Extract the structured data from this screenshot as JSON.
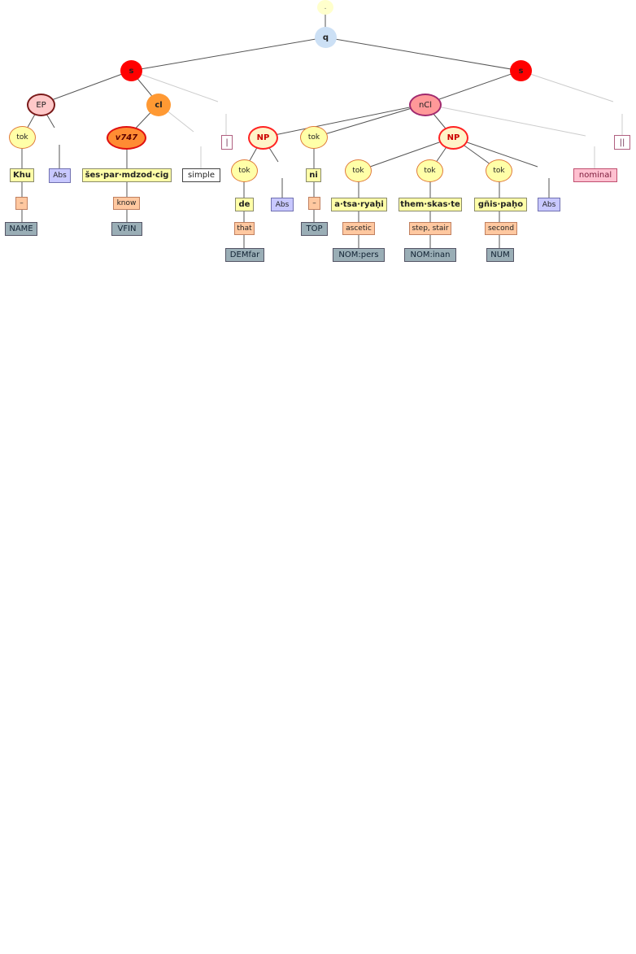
{
  "tree": {
    "root": ".",
    "q": "q",
    "s": "s",
    "ep": "EP",
    "cl": "cl",
    "ncl": "nCl",
    "np": "NP",
    "tok": "tok",
    "v747": "v747",
    "abs": "Abs",
    "simple": "simple",
    "shad": "|",
    "dshad": "||",
    "nominal": "nominal",
    "words": {
      "khu": "Khu",
      "shes": "šes·par·mdzod·cig",
      "de": "de",
      "ni": "ni",
      "atsa": "a·tsa·ryaḥi",
      "them": "them·skas·te",
      "gnyis": "gñis·paḥo"
    },
    "glosses": {
      "khu": "–",
      "shes": "know",
      "de": "that",
      "ni": "–",
      "atsa": "ascetic",
      "them": "step, stair",
      "gnyis": "second"
    },
    "pos": {
      "khu": "NAME",
      "shes": "VFIN",
      "de": "DEMfar",
      "ni": "TOP",
      "atsa": "NOM:pers",
      "them": "NOM:inan",
      "gnyis": "NUM"
    }
  }
}
